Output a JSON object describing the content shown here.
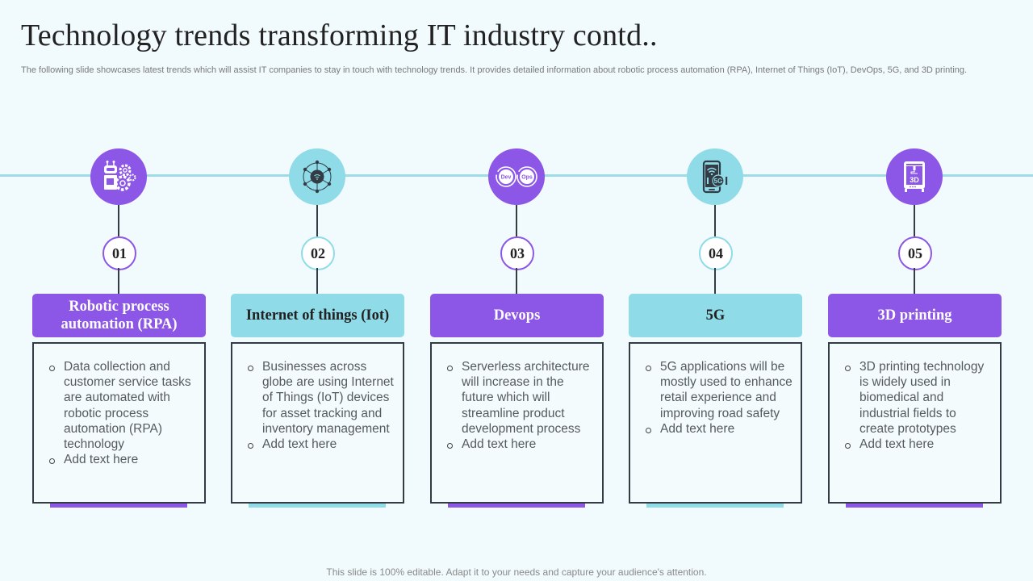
{
  "slide": {
    "title": "Technology trends transforming IT industry contd..",
    "subtitle": "The following slide showcases latest trends which will assist IT companies to stay in touch with technology trends. It provides detailed information about robotic process automation (RPA), Internet of Things (IoT), DevOps, 5G, and 3D printing.",
    "footer": "This slide is 100% editable. Adapt it to your needs and capture your audience's attention."
  },
  "colors": {
    "purple": "#8c56e6",
    "cyan": "#8fdbe8",
    "timeline": "#9fdbe6",
    "dark": "#333c45"
  },
  "steps": [
    {
      "number": "01",
      "icon": "robot-gears-icon",
      "theme": "purple",
      "heading": "Robotic process automation (RPA)",
      "bullets": [
        "Data collection and customer service tasks are automated with robotic process automation (RPA) technology",
        "Add text here"
      ]
    },
    {
      "number": "02",
      "icon": "iot-network-icon",
      "theme": "cyan",
      "heading": "Internet of things (Iot)",
      "bullets": [
        "Businesses across globe are using Internet  of Things (IoT) devices for asset tracking and inventory management",
        "Add text here"
      ]
    },
    {
      "number": "03",
      "icon": "devops-icon",
      "icon_text": [
        "Dev",
        "Ops"
      ],
      "theme": "purple",
      "heading": "Devops",
      "bullets": [
        "Serverless architecture will increase in the future which will streamline product development process",
        "Add text here"
      ]
    },
    {
      "number": "04",
      "icon": "5g-phone-icon",
      "icon_text": "5G",
      "theme": "cyan",
      "heading": "5G",
      "bullets": [
        "5G applications will be mostly used to enhance retail experience and improving road safety",
        "Add text here"
      ]
    },
    {
      "number": "05",
      "icon": "3d-printer-icon",
      "icon_text": "3D",
      "theme": "purple",
      "heading": "3D printing",
      "bullets": [
        "3D printing technology is widely used in biomedical and industrial fields to create prototypes",
        "Add text here"
      ]
    }
  ]
}
